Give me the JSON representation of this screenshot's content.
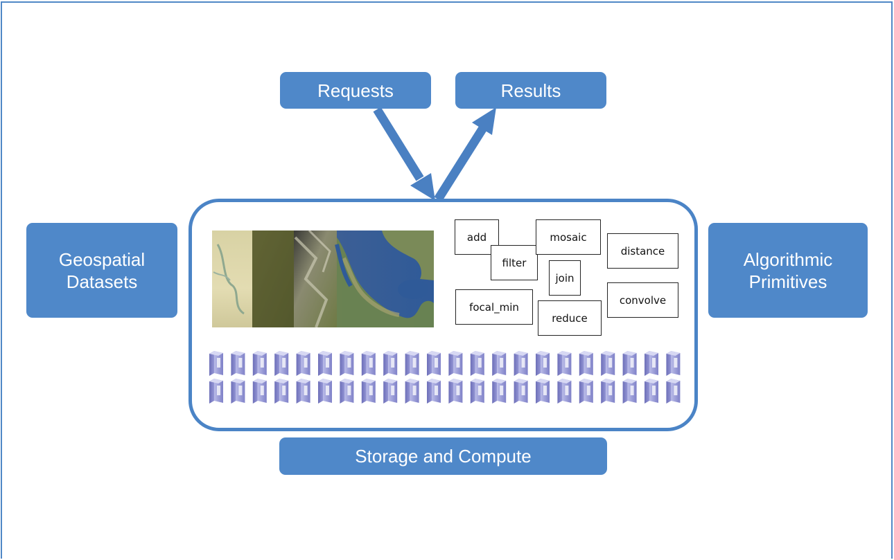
{
  "top": {
    "requests_label": "Requests",
    "results_label": "Results"
  },
  "left": {
    "line1": "Geospatial",
    "line2": "Datasets"
  },
  "right": {
    "line1": "Algorithmic",
    "line2": "Primitives"
  },
  "bottom": {
    "label": "Storage and Compute"
  },
  "primitives": {
    "add": "add",
    "filter": "filter",
    "mosaic": "mosaic",
    "distance": "distance",
    "join": "join",
    "convolve": "convolve",
    "focal_min": "focal_min",
    "reduce": "reduce"
  },
  "servers": {
    "icon": "server-icon",
    "rows": 2,
    "per_row": 22
  },
  "colors": {
    "box_blue": "#4f88c9",
    "arrow_blue": "#4a80c2",
    "border_blue": "#4b84c6",
    "server_purple": "#8e8fd0"
  }
}
